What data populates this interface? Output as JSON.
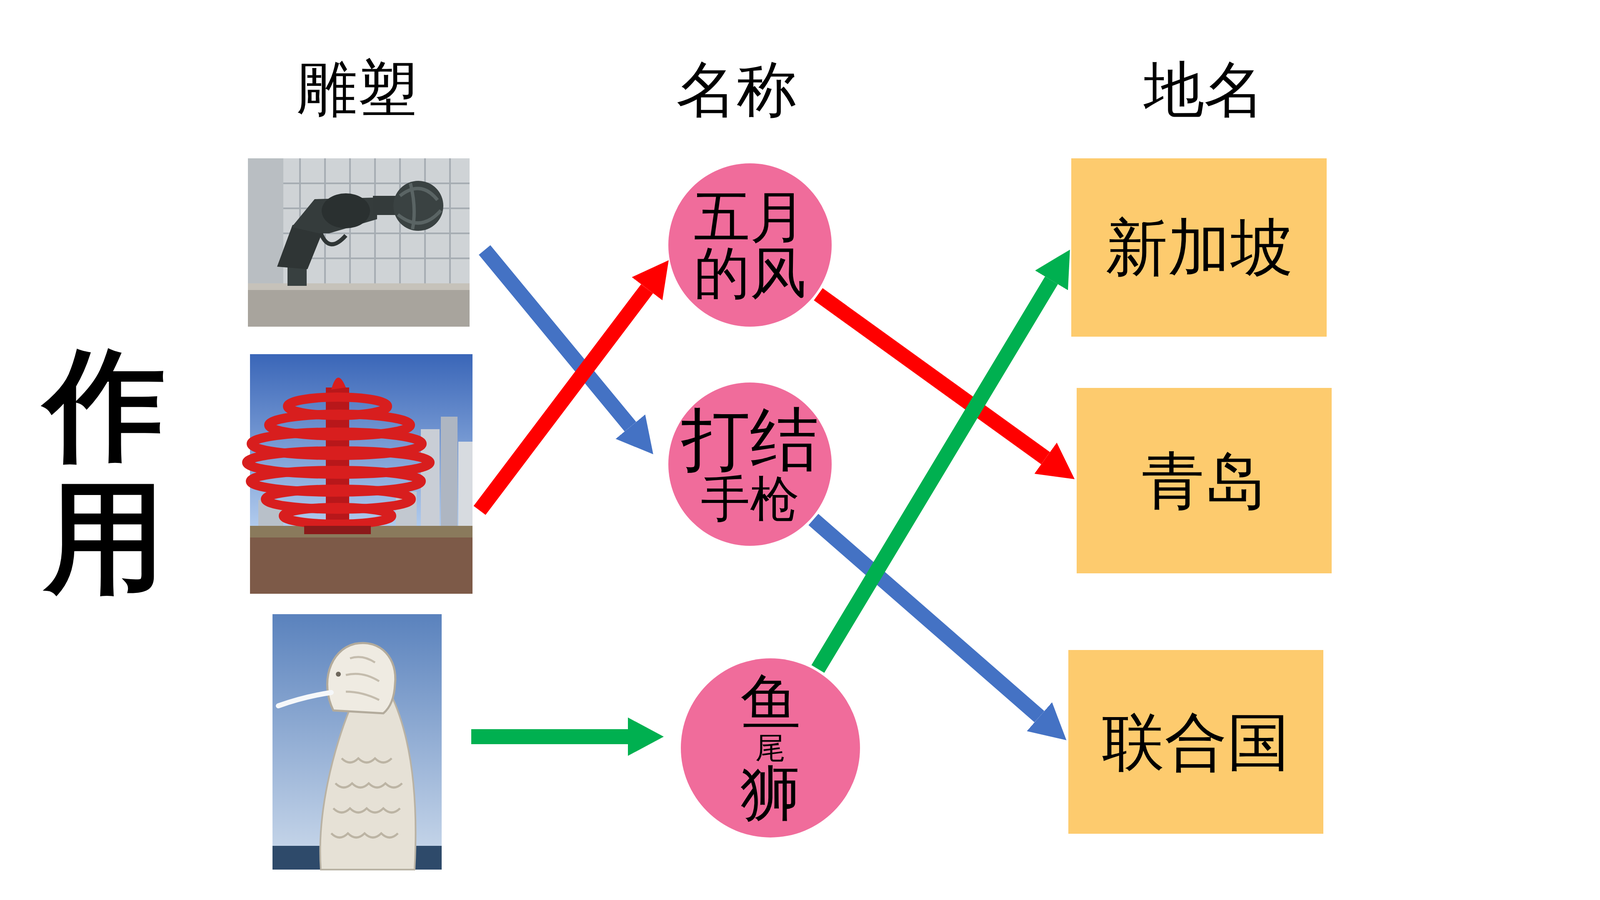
{
  "diagram": {
    "nodes": [
      {
        "text": [
          "五月 的风"
        ]
      },
      {
        "text": [
          "打结",
          "手枪"
        ]
      },
      {
        "text": [
          "鱼",
          "尾",
          "狮"
        ]
      },
      {
        "text": [
          "新加坡"
        ]
      },
      {
        "text": [
          "青岛"
        ]
      },
      {
        "text": [
          "联合国"
        ]
      }
    ],
    "edges": [
      {
        "from": 0,
        "to": 4,
        "arrow": "to"
      },
      {
        "from": 1,
        "to": 5,
        "arrow": "to"
      },
      {
        "from": 2,
        "to": 3,
        "arrow": "to"
      }
    ],
    "labels": [
      "雕塑",
      "名称",
      "地名",
      "作用"
    ]
  }
}
